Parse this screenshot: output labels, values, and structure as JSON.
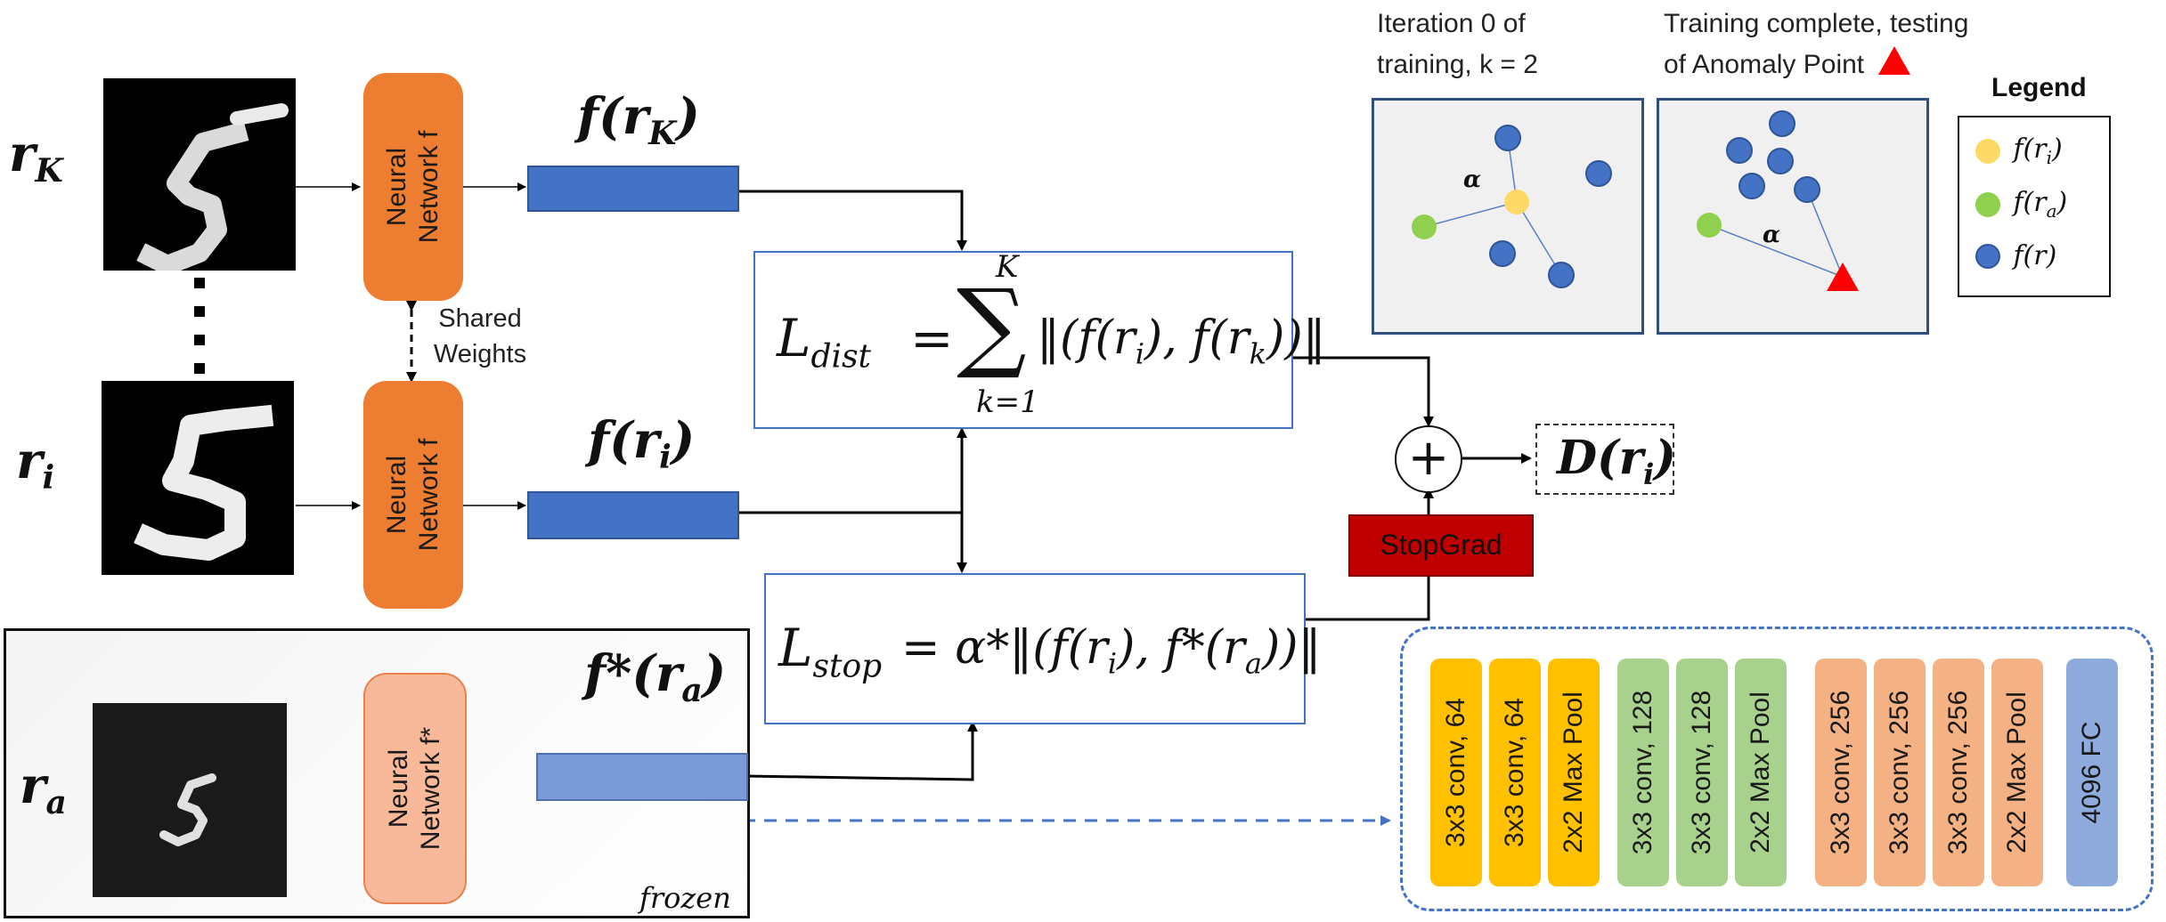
{
  "inputs": {
    "rK": "r",
    "rK_sub": "K",
    "ri": "r",
    "ri_sub": "i",
    "ra": "r",
    "ra_sub": "a"
  },
  "networks": {
    "nn_label_line1": "Neural",
    "nn_label_line2": "Network f",
    "nn_frozen_line1": "Neural",
    "nn_frozen_line2": "Network f*",
    "shared_line1": "Shared",
    "shared_line2": "Weights",
    "frozen": "frozen"
  },
  "features": {
    "fK": "f(r",
    "fK_sub": "K",
    "fi": "f(r",
    "fi_sub": "i",
    "fa": "f*(r",
    "fa_sub": "a",
    "close": ")"
  },
  "equations": {
    "ldist_L": "L",
    "ldist_sub": "dist",
    "ldist_eq": "=",
    "sum_top": "K",
    "sum_bottom": "k=1",
    "ldist_rhs": "‖(f(r",
    "ldist_rhs_i": "i",
    "ldist_rhs_mid": "), f(r",
    "ldist_rhs_k": "k",
    "ldist_rhs_end": "))‖",
    "lstop_L": "L",
    "lstop_sub": "stop",
    "lstop_rhs": "= α*‖(f(r",
    "lstop_rhs_i": "i",
    "lstop_rhs_mid": "), f*(r",
    "lstop_rhs_a": "a",
    "lstop_rhs_end": "))‖"
  },
  "ops": {
    "plus": "+",
    "stopgrad": "StopGrad",
    "output": "D(r",
    "output_sub": "i",
    "output_close": ")"
  },
  "panels": {
    "left_title_line1": "Iteration 0 of",
    "left_title_line2": "training, k = 2",
    "right_title_line1": "Training complete, testing",
    "right_title_line2": "of Anomaly Point",
    "alpha": "α"
  },
  "legend": {
    "title": "Legend",
    "items": [
      {
        "label": "f(r",
        "sub": "i",
        "color": "#ffd966"
      },
      {
        "label": "f(r",
        "sub": "a",
        "color": "#8fd14f"
      },
      {
        "label": "f(r)",
        "sub": "",
        "color": "#4472c4"
      }
    ]
  },
  "vgg": {
    "layers": [
      {
        "label": "3x3 conv, 64",
        "color": "#ffc000"
      },
      {
        "label": "3x3 conv, 64",
        "color": "#ffc000"
      },
      {
        "label": "2x2 Max Pool",
        "color": "#ffc000"
      },
      {
        "label": "3x3 conv, 128",
        "color": "#a9d18e"
      },
      {
        "label": "3x3 conv, 128",
        "color": "#a9d18e"
      },
      {
        "label": "2x2 Max Pool",
        "color": "#a9d18e"
      },
      {
        "label": "3x3 conv, 256",
        "color": "#f4b183"
      },
      {
        "label": "3x3 conv, 256",
        "color": "#f4b183"
      },
      {
        "label": "3x3 conv, 256",
        "color": "#f4b183"
      },
      {
        "label": "2x2 Max Pool",
        "color": "#f4b183"
      },
      {
        "label": "4096 FC",
        "color": "#8faadc"
      }
    ]
  }
}
